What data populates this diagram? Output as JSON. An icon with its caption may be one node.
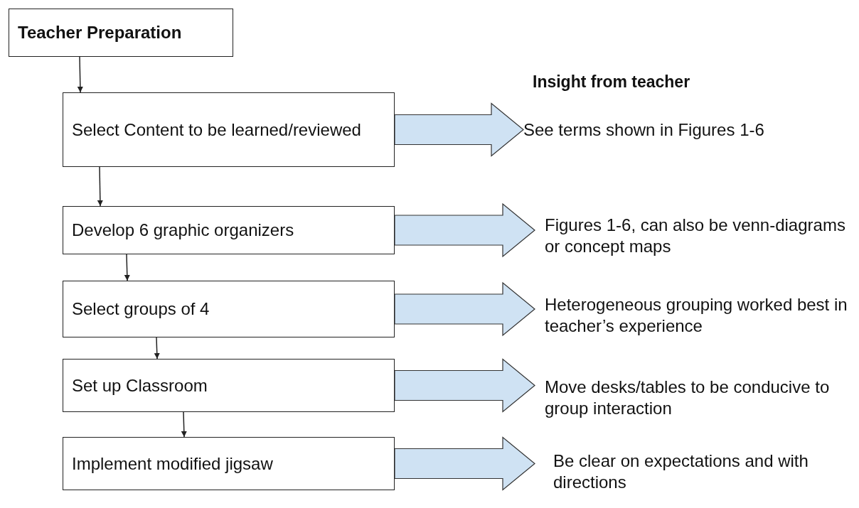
{
  "diagram": {
    "nodes": [
      {
        "text": [
          "Teacher Preparation"
        ]
      },
      {
        "text": [
          "Select Content to be learned/reviewed"
        ]
      },
      {
        "text": [
          "Develop 6 graphic organizers"
        ]
      },
      {
        "text": [
          "Select groups of 4"
        ]
      },
      {
        "text": [
          "Set up Classroom"
        ]
      },
      {
        "text": [
          "Implement modified jigsaw"
        ]
      },
      {
        "text": [
          "See terms shown in Figures 1-6"
        ]
      },
      {
        "text": [
          "Figures 1-6, can also be venn-diagrams or concept maps"
        ]
      },
      {
        "text": [
          "Heterogeneous grouping worked best in teacher’s experience"
        ]
      },
      {
        "text": [
          "Move desks/tables to be conducive to group interaction"
        ]
      },
      {
        "text": [
          "Be clear on expectations and with directions"
        ]
      }
    ],
    "edges": [
      {
        "from": 0,
        "to": 1,
        "arrow": "to"
      },
      {
        "from": 1,
        "to": 2,
        "arrow": "to"
      },
      {
        "from": 2,
        "to": 3,
        "arrow": "to"
      },
      {
        "from": 3,
        "to": 4,
        "arrow": "to"
      },
      {
        "from": 4,
        "to": 5,
        "arrow": "to"
      },
      {
        "from": 1,
        "to": 6,
        "arrow": "to",
        "style": "thick",
        "color": "#cfe2f3"
      },
      {
        "from": 2,
        "to": 7,
        "arrow": "to",
        "style": "thick",
        "color": "#cfe2f3"
      },
      {
        "from": 3,
        "to": 8,
        "arrow": "to",
        "style": "thick",
        "color": "#cfe2f3"
      },
      {
        "from": 4,
        "to": 9,
        "arrow": "to",
        "style": "thick",
        "color": "#cfe2f3"
      },
      {
        "from": 5,
        "to": 10,
        "arrow": "to",
        "style": "thick",
        "color": "#cfe2f3"
      }
    ],
    "labels": [
      "Insight from teacher"
    ]
  }
}
